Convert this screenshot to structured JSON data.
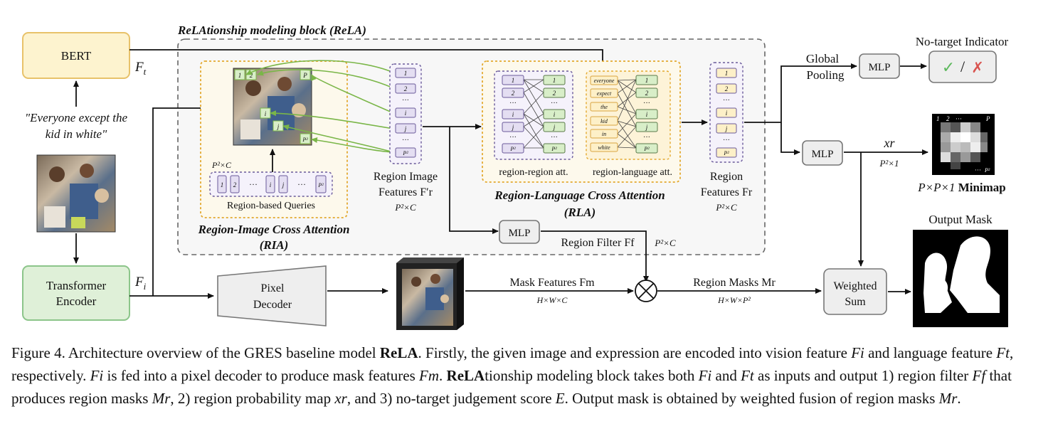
{
  "labels": {
    "bert": "BERT",
    "ft": "F",
    "ft_sub": "t",
    "quote_line1": "\"Everyone except the",
    "quote_line2": "kid in white\"",
    "transformer_line1": "Transformer",
    "transformer_line2": "Encoder",
    "fi": "F",
    "fi_sub": "i",
    "rela_title": "ReLAtionship modeling block (ReLA)",
    "p2c": "P²×C",
    "region_queries": "Region-based Queries",
    "ria_title": "Region-Image Cross Attention",
    "ria_abbr": "(RIA)",
    "rif_line1": "Region Image",
    "rif_line2": "Features F′r",
    "rif_dim": "P²×C",
    "rr_att": "region-region att.",
    "rl_att": "region-language att.",
    "rla_title": "Region-Language Cross Attention",
    "rla_abbr": "(RLA)",
    "rf_line1": "Region",
    "rf_line2": "Features Fr",
    "rf_dim": "P²×C",
    "global_pool_line1": "Global",
    "global_pool_line2": "Pooling",
    "mlp": "MLP",
    "no_target": "No-target Indicator",
    "check": "✓",
    "slash": "/",
    "cross": "✗",
    "xr": "xr",
    "xr_dim": "P²×1",
    "minimap_dim": "P×P×1",
    "minimap": "Minimap",
    "output_mask": "Output Mask",
    "region_filter": "Region Filter Ff",
    "rfilter_dim": "P²×C",
    "pixel_line1": "Pixel",
    "pixel_line2": "Decoder",
    "mask_features": "Mask Features Fm",
    "mask_dim": "H×W×C",
    "region_masks": "Region Masks Mr",
    "rmask_dim": "H×W×P²",
    "ws_line1": "Weighted",
    "ws_line2": "Sum",
    "otimes": "⊗",
    "query_tokens": [
      "1",
      "2",
      "···",
      "i",
      "j",
      "···",
      "P²"
    ],
    "feature_tokens": [
      "1",
      "2",
      "···",
      "i",
      "j",
      "···",
      "P²"
    ],
    "words": [
      "everyone",
      "expect",
      "the",
      "kid",
      "in",
      "white"
    ],
    "grid_tags": [
      "1",
      "2",
      "P",
      "i",
      "j",
      "P²"
    ],
    "minimap_tags": [
      "1",
      "2",
      "···",
      "P",
      "···",
      "P²"
    ]
  },
  "caption": {
    "p1": "Figure 4. Architecture overview of the GRES baseline model ",
    "rela_bold": "ReLA",
    "p2": ". Firstly, the given image and expression are encoded into vision feature ",
    "p3": " and language feature ",
    "p4": ", respectively. ",
    "p5": " is fed into a pixel decoder to produce mask features ",
    "p6": ". ",
    "rela_bold2": "ReLA",
    "p7": "tionship modeling block takes both ",
    "p8": " and ",
    "p9": " as inputs and output 1) region filter ",
    "p10": " that produces region masks ",
    "p11": ", 2) region probability map ",
    "p12": ", and 3) no-target judgement score ",
    "p13": ". Output mask is obtained by weighted fusion of region masks ",
    "p14": ".",
    "fi": "Fi",
    "ft": "Ft",
    "fm": "Fm",
    "ff": "Ff",
    "mr": "Mr",
    "xr": "xr",
    "e": "E"
  },
  "colors": {
    "bert_fill": "#fdf3cf",
    "bert_stroke": "#e8c26a",
    "encoder_fill": "#dff0d8",
    "encoder_stroke": "#8cc58a",
    "token_fill": "#e4def2",
    "token_stroke": "#6a5a9a",
    "green_token": "#d8eec8",
    "word_fill": "#fdf0c8",
    "arrow_green": "#7ab648",
    "dashed_gray": "#666666",
    "check_green": "#5cb85c",
    "cross_red": "#d9534f"
  }
}
